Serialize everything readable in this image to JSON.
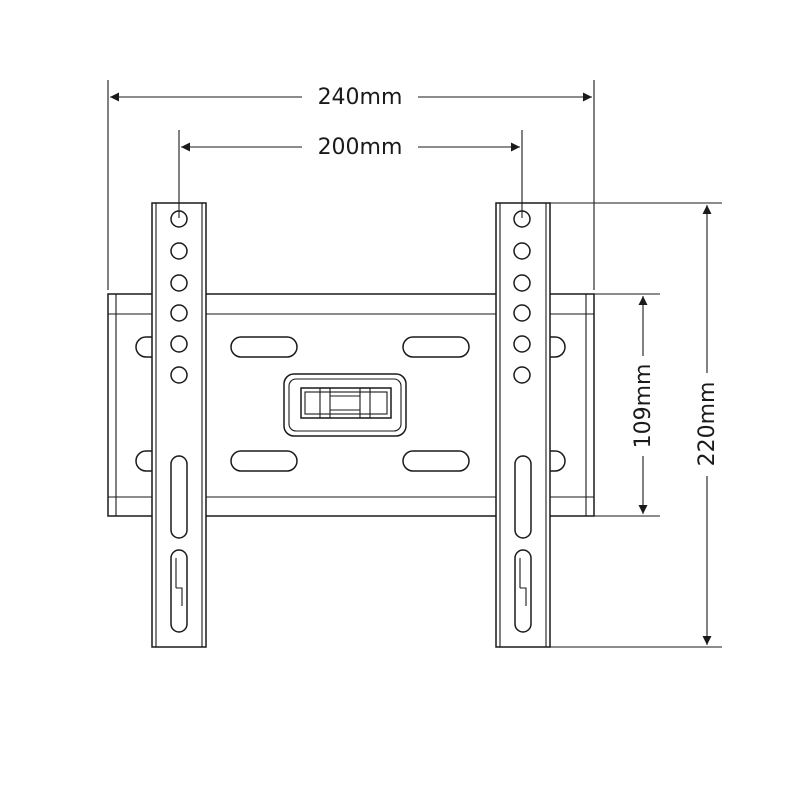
{
  "drawing": {
    "subject": "TV wall mount bracket",
    "dimensions": {
      "overall_width": "240mm",
      "hole_spacing": "200mm",
      "plate_height": "109mm",
      "overall_height": "220mm"
    }
  },
  "colors": {
    "line": "#1a1a1a",
    "background": "#ffffff"
  }
}
